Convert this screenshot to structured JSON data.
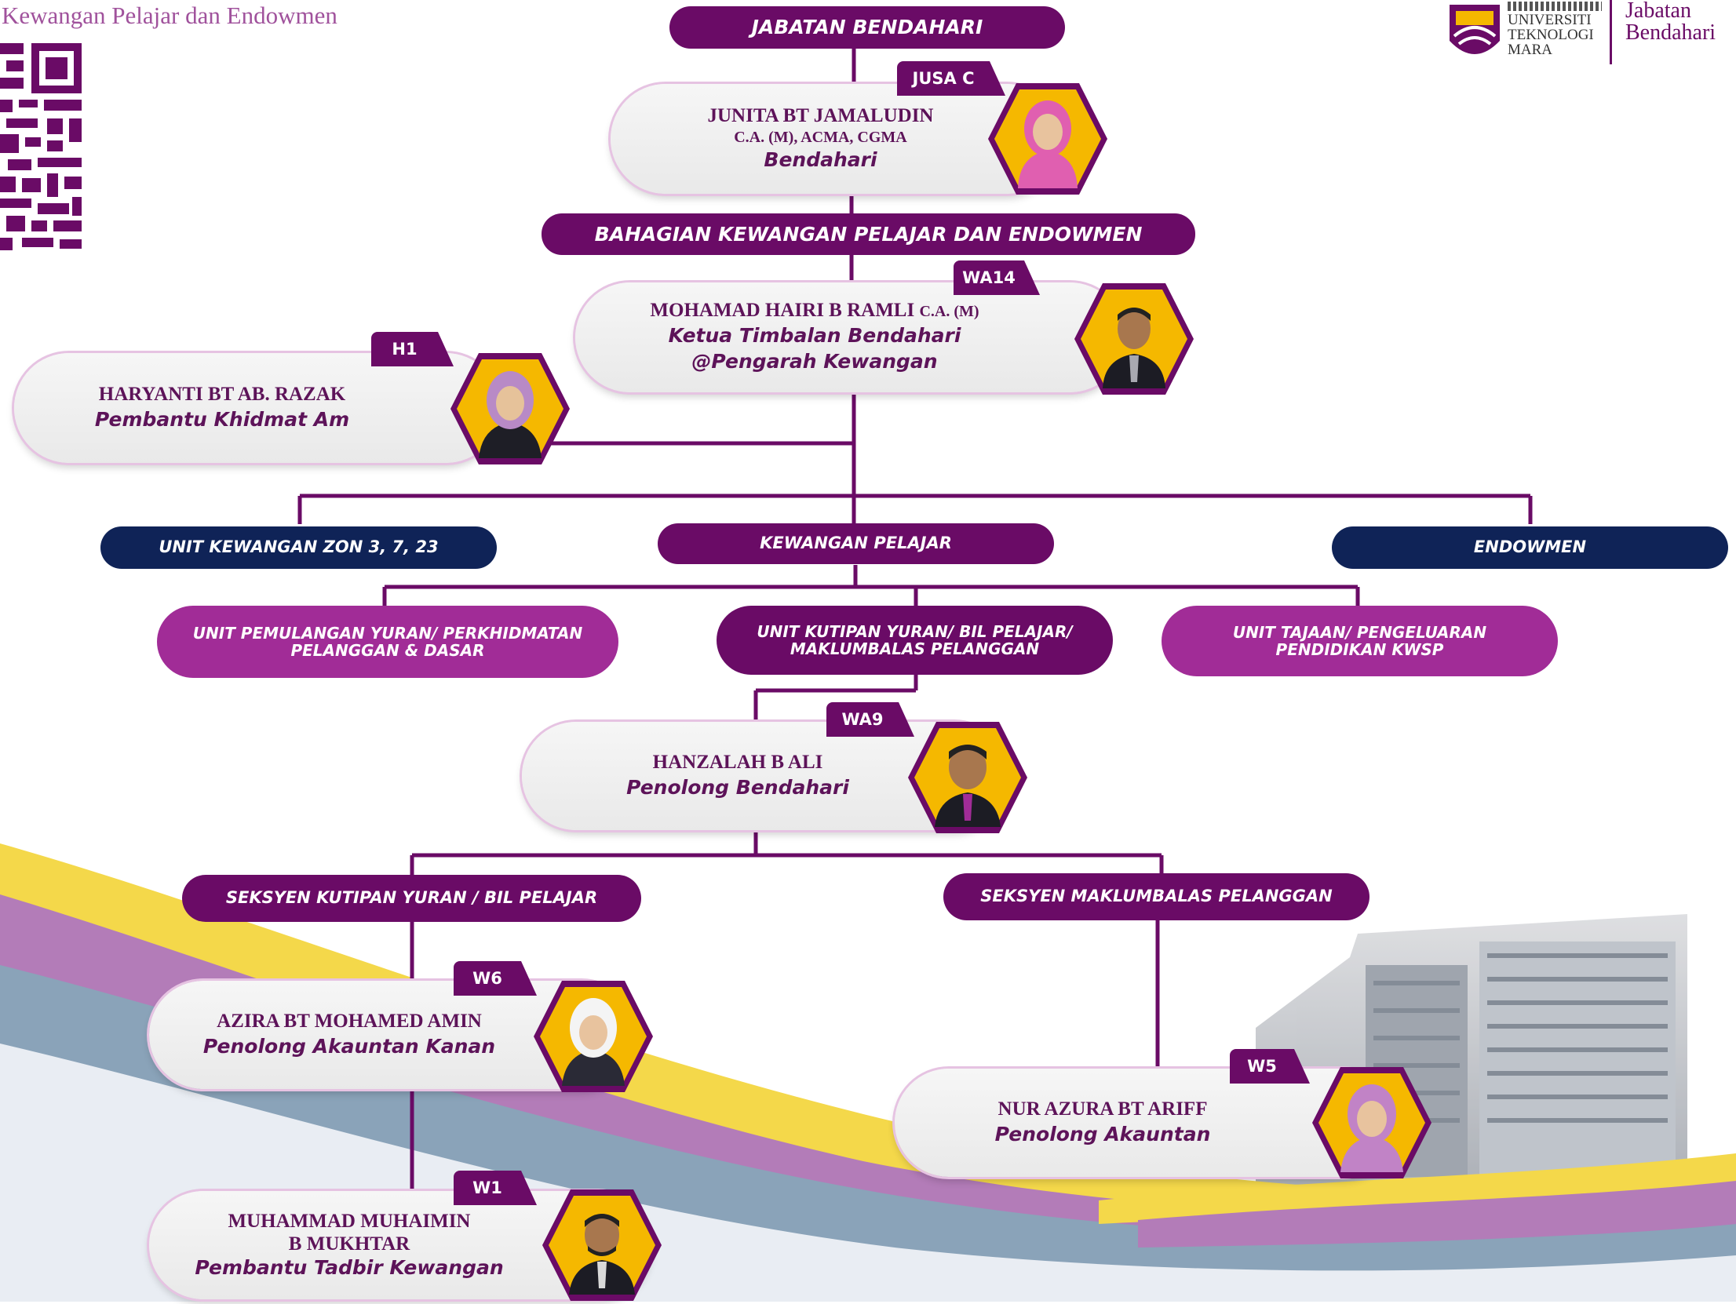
{
  "header": {
    "subtitle": "Kewangan Pelajar dan Endowmen",
    "logo_university": [
      "UNIVERSITI",
      "TEKNOLOGI",
      "MARA"
    ],
    "logo_department": [
      "Jabatan",
      "Bendahari"
    ]
  },
  "org": {
    "department": "JABATAN BENDAHARI",
    "division": "BAHAGIAN KEWANGAN PELAJAR DAN ENDOWMEN",
    "units_top": [
      {
        "label": "UNIT KEWANGAN ZON 3, 7, 23"
      },
      {
        "label": "KEWANGAN PELAJAR"
      },
      {
        "label": "ENDOWMEN"
      }
    ],
    "units_sub": [
      {
        "line1": "UNIT PEMULANGAN YURAN/ PERKHIDMATAN",
        "line2": "PELANGGAN & DASAR"
      },
      {
        "line1": "UNIT KUTIPAN YURAN/ BIL PELAJAR/",
        "line2": "MAKLUMBALAS PELANGGAN"
      },
      {
        "line1": "UNIT TAJAAN/ PENGELUARAN",
        "line2": "PENDIDIKAN KWSP"
      }
    ],
    "sections": [
      {
        "label": "SEKSYEN KUTIPAN YURAN / BIL PELAJAR"
      },
      {
        "label": "SEKSYEN MAKLUMBALAS PELANGGAN"
      }
    ],
    "staff": {
      "bendahari": {
        "grade": "JUSA C",
        "name": "JUNITA BT JAMALUDIN",
        "credentials": "C.A. (M), ACMA, CGMA",
        "position": "Bendahari"
      },
      "director": {
        "grade": "WA14",
        "name": "MOHAMAD HAIRI B RAMLI",
        "credentials": "C.A. (M)",
        "position": "Ketua Timbalan Bendahari",
        "position2": "@Pengarah Kewangan"
      },
      "general": {
        "grade": "H1",
        "name": "HARYANTI BT AB. RAZAK",
        "position": "Pembantu Khidmat Am"
      },
      "assistant_treasurer": {
        "grade": "WA9",
        "name": "HANZALAH B ALI",
        "position": "Penolong Bendahari"
      },
      "senior_accountant": {
        "grade": "W6",
        "name": "AZIRA BT MOHAMED AMIN",
        "position": "Penolong Akauntan Kanan"
      },
      "accountant": {
        "grade": "W5",
        "name": "NUR AZURA BT ARIFF",
        "position": "Penolong Akauntan"
      },
      "admin": {
        "grade": "W1",
        "name": "MUHAMMAD MUHAIMIN",
        "name2": "B MUKHTAR",
        "position": "Pembantu Tadbir Kewangan"
      }
    }
  },
  "colors": {
    "purple": "#6a0b66",
    "magenta": "#a12c97",
    "navy": "#0f2357",
    "hexagon": "#f5b800",
    "text": "#5d1359"
  }
}
